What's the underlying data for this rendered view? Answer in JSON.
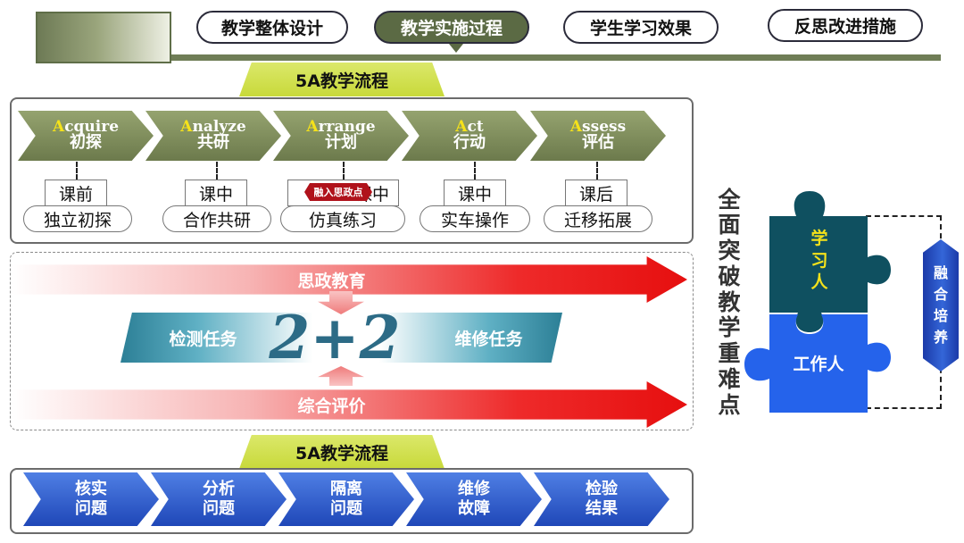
{
  "nav": {
    "items": [
      "教学整体设计",
      "教学实施过程",
      "学生学习效果",
      "反思改进措施"
    ],
    "active_index": 1,
    "colors": {
      "active_bg": "#5b6a44",
      "bar": "#6f7d56"
    }
  },
  "flow_title_top": "5A教学流程",
  "flow_title_bottom": "5A教学流程",
  "steps": [
    {
      "en_first": "A",
      "en_rest": "cquire",
      "cn": "初探",
      "phase": "课前",
      "activity": "独立初探"
    },
    {
      "en_first": "A",
      "en_rest": "nalyze",
      "cn": "共研",
      "phase": "课中",
      "activity": "合作共研"
    },
    {
      "en_first": "A",
      "en_rest": "rrange",
      "cn": "计划",
      "phase": "课中",
      "activity": "仿真练习"
    },
    {
      "en_first": "A",
      "en_rest": "ct",
      "cn": "行动",
      "phase": "课中",
      "activity": "实车操作"
    },
    {
      "en_first": "A",
      "en_rest": "ssess",
      "cn": "评估",
      "phase": "课后",
      "activity": "迁移拓展"
    }
  ],
  "ideology_tag": "融入思政点",
  "arrow_top": "思政教育",
  "arrow_bottom": "综合评价",
  "task_left": "检测任务",
  "task_right": "维修任务",
  "big_number": "2+2",
  "bottom_steps": [
    {
      "line1": "核实",
      "line2": "问题"
    },
    {
      "line1": "分析",
      "line2": "问题"
    },
    {
      "line1": "隔离",
      "line2": "问题"
    },
    {
      "line1": "维修",
      "line2": "故障"
    },
    {
      "line1": "检验",
      "line2": "结果"
    }
  ],
  "vertical_text": [
    "全",
    "面",
    "突",
    "破",
    "教",
    "学",
    "重",
    "难",
    "点"
  ],
  "puzzle_top": [
    "学",
    "习",
    "人"
  ],
  "puzzle_bottom": "工作人",
  "side_label": [
    "融",
    "合",
    "培",
    "养"
  ],
  "colors": {
    "chevron_top": "#6c7a4c",
    "chevron_bottom": "#1f47b8",
    "arrow_red": "#e60f0f",
    "task_teal": "#2c7f96",
    "puzzle_top": "#0f5060",
    "puzzle_bottom": "#2563eb",
    "letter_highlight": "#f5e21a"
  }
}
